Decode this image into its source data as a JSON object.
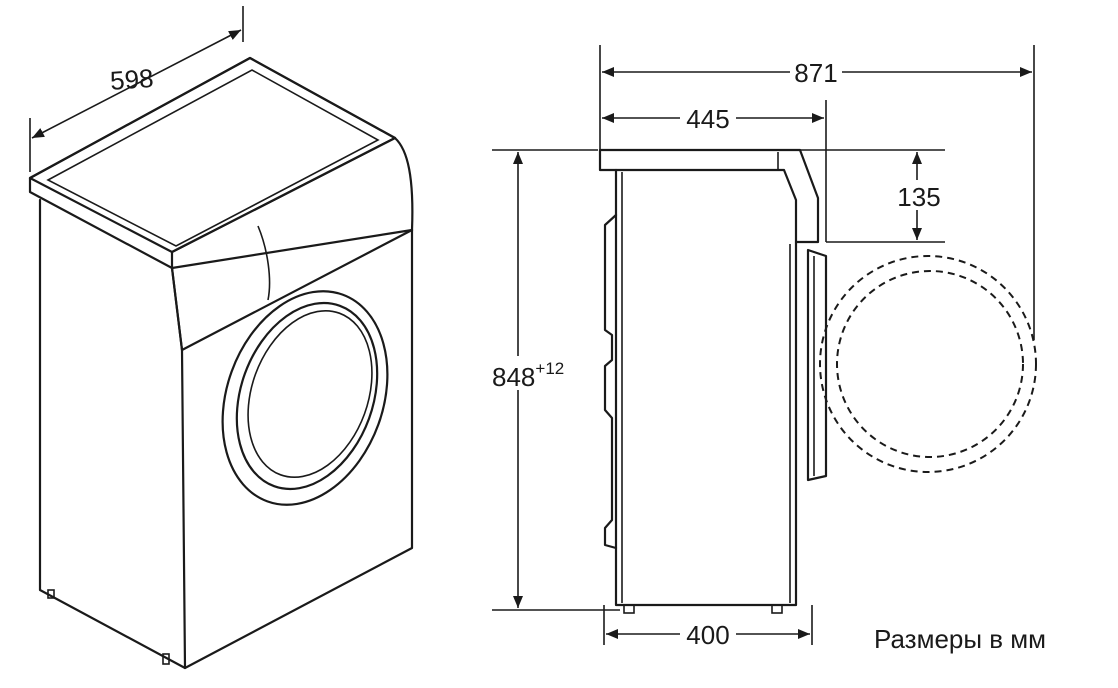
{
  "dimensions": {
    "width": "598",
    "depth_total": "871",
    "depth_body": "445",
    "door_offset": "135",
    "height": "848",
    "height_adjust": "+12",
    "base_depth": "400"
  },
  "caption": "Размеры в мм"
}
